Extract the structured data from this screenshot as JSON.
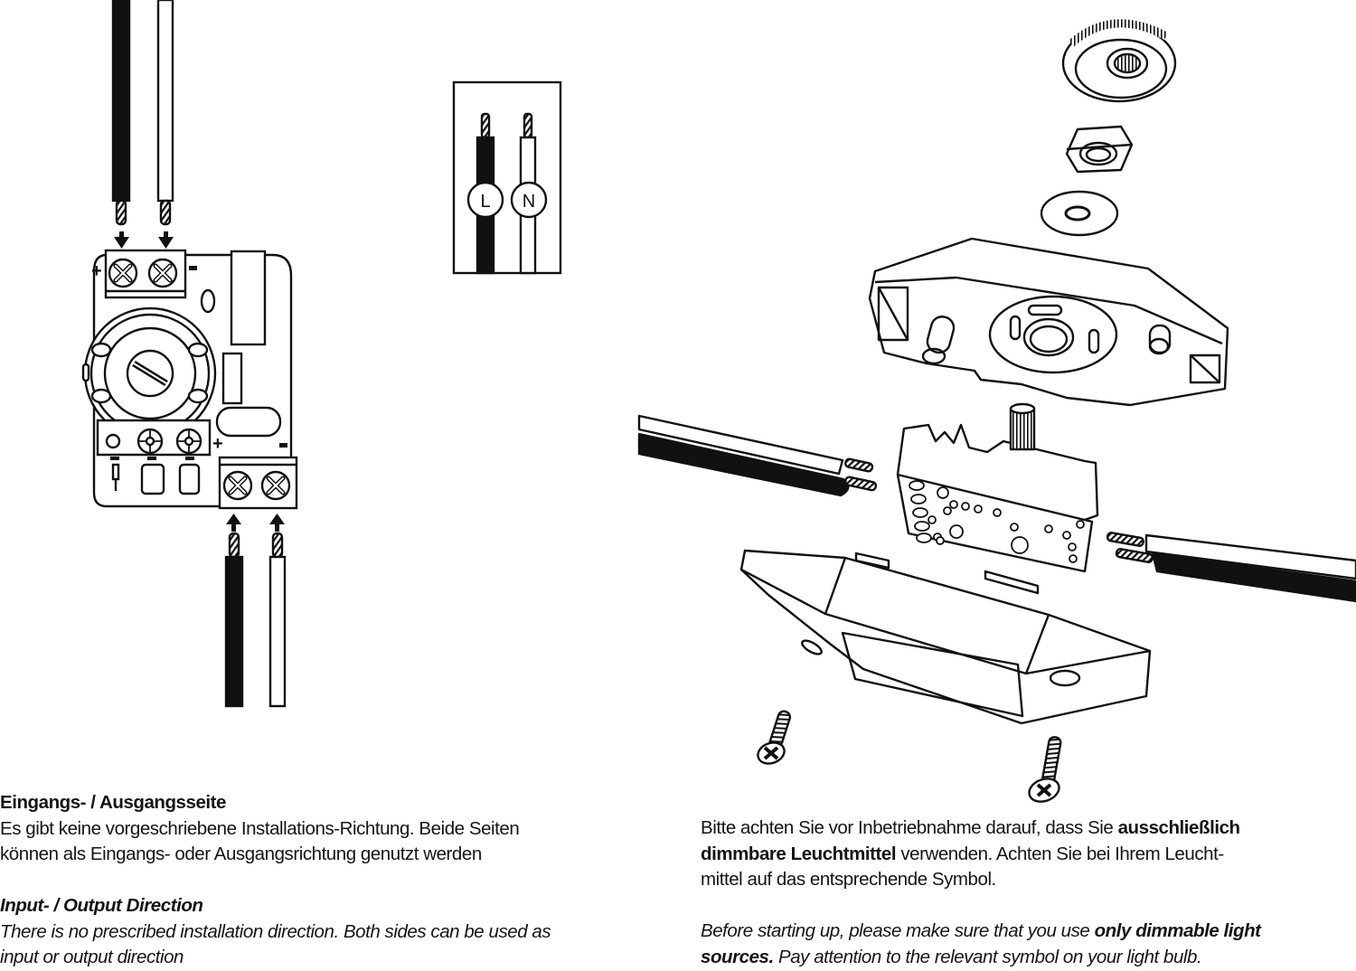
{
  "diagram": {
    "wire_legend": {
      "live_label": "L",
      "neutral_label": "N",
      "live_color": "#111111",
      "neutral_color": "#ffffff"
    },
    "terminal_polarity": {
      "plus": "+",
      "minus": "-"
    }
  },
  "left_text": {
    "german": {
      "heading": "Eingangs- / Ausgangsseite",
      "line1": "Es gibt keine vorgeschriebene Installations-Richtung. Beide Seiten",
      "line2": "können als Eingangs- oder Ausgangsrichtung genutzt werden"
    },
    "english": {
      "heading": "Input- / Output Direction",
      "line1": "There is no prescribed installation direction. Both sides can be used as",
      "line2": "input or output direction"
    }
  },
  "right_text": {
    "german": {
      "part1": "Bitte achten Sie vor Inbetriebnahme darauf, dass Sie ",
      "bold1": "ausschließlich",
      "bold2": "dimmbare Leuchtmittel",
      "part2": " verwenden. Achten Sie bei Ihrem Leucht-",
      "line3": "mittel auf das entsprechende Symbol."
    },
    "english": {
      "part1": "Before starting up, please make sure that you use ",
      "bold1": "only dimmable light",
      "bold2": "sources.",
      "part2": " Pay attention to the relevant symbol on your light bulb."
    }
  }
}
